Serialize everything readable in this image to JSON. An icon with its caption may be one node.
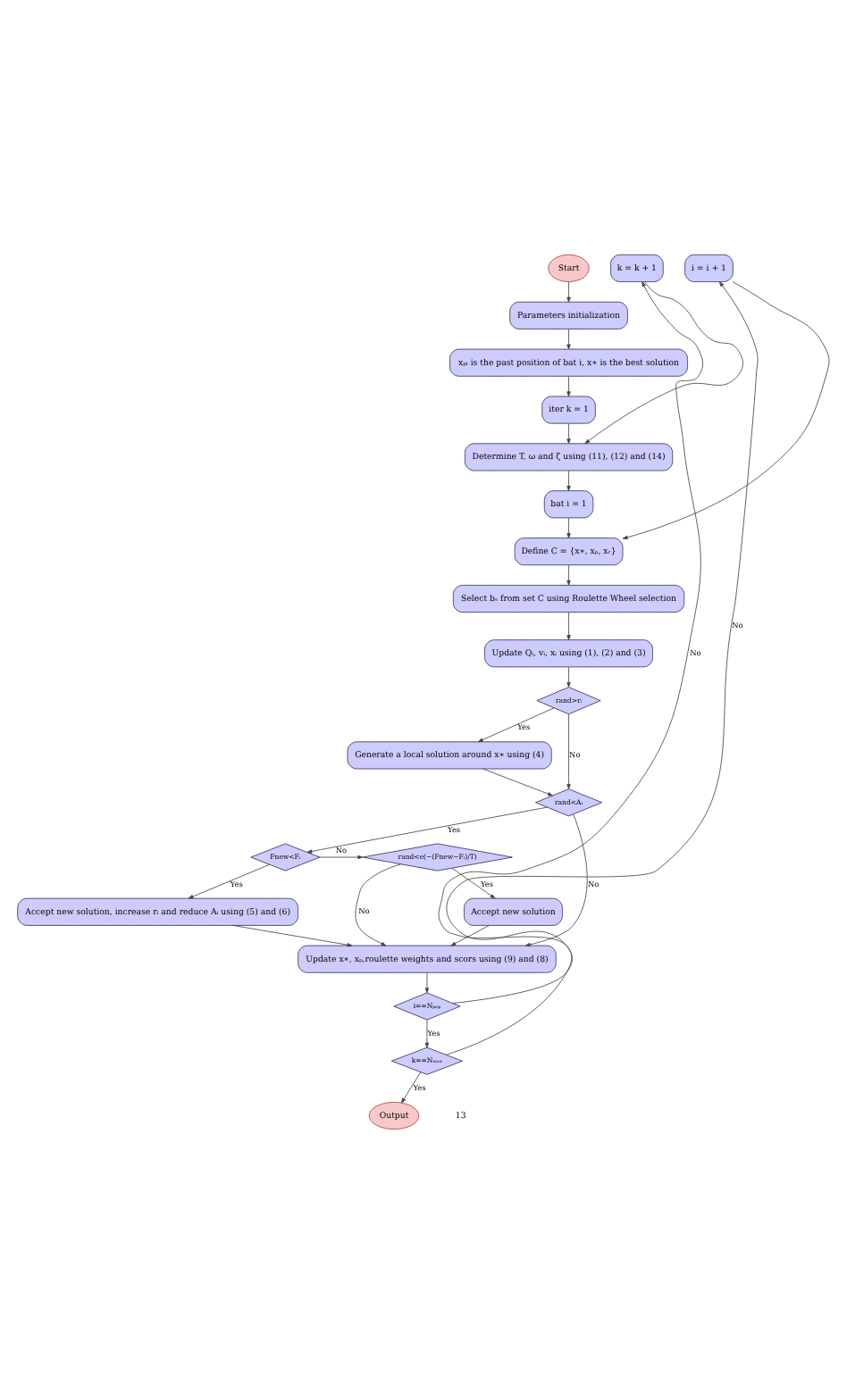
{
  "diagram": {
    "nodes": [
      {
        "text": [
          "Start"
        ]
      },
      {
        "text": [
          "Parameters initialization"
        ]
      },
      {
        "text": [
          "xₚᵢ is the past position of bat i, x∗ is the best solution"
        ]
      },
      {
        "text": [
          "iter k = 1"
        ]
      },
      {
        "text": [
          "Determine T, ω and ζ using (11), (12) and (14)"
        ]
      },
      {
        "text": [
          "bat i = 1"
        ]
      },
      {
        "text": [
          "Define C = {x∗, xₚ, xᵣ}"
        ]
      },
      {
        "text": [
          "Select bₛ from set C using Roulette Wheel selection"
        ]
      },
      {
        "text": [
          "Update Qᵢ, vᵢ, xᵢ using (1), (2) and (3)"
        ]
      },
      {
        "text": [
          "rand>rᵢ"
        ]
      },
      {
        "text": [
          "Generate a local solution around x∗ using (4)"
        ]
      },
      {
        "text": [
          "rand<Aᵢ"
        ]
      },
      {
        "text": [
          "rand<e(−(Fnew−Fᵢ)/T)"
        ]
      },
      {
        "text": [
          "Fnew<Fᵢ"
        ]
      },
      {
        "text": [
          "Accept new solution"
        ]
      },
      {
        "text": [
          "Accept new solution, increase rᵢ and reduce Aᵢ using (5) and (6)"
        ]
      },
      {
        "text": [
          "Update x∗, xₚ,roulette weights and scors using (9) and (8)"
        ]
      },
      {
        "text": [
          "i==Nₚₒₚ"
        ]
      },
      {
        "text": [
          "k==Nₘₐₓ"
        ]
      },
      {
        "text": [
          "Output"
        ]
      },
      {
        "text": [
          "k = k + 1"
        ]
      },
      {
        "text": [
          "i = i + 1"
        ]
      }
    ],
    "edges": [
      {
        "from": 0,
        "to": 1,
        "arrow": "to"
      },
      {
        "from": 1,
        "to": 2,
        "arrow": "to"
      },
      {
        "from": 2,
        "to": 3,
        "arrow": "to"
      },
      {
        "from": 3,
        "to": 4,
        "arrow": "to"
      },
      {
        "from": 4,
        "to": 5,
        "arrow": "to"
      },
      {
        "from": 5,
        "to": 6,
        "arrow": "to"
      },
      {
        "from": 6,
        "to": 7,
        "arrow": "to"
      },
      {
        "from": 7,
        "to": 8,
        "arrow": "to"
      },
      {
        "from": 8,
        "to": 9,
        "arrow": "to"
      },
      {
        "from": 9,
        "to": 10,
        "arrow": "to",
        "label": "Yes"
      },
      {
        "from": 9,
        "to": 11,
        "arrow": "to",
        "label": "No"
      },
      {
        "from": 10,
        "to": 11,
        "arrow": "to"
      },
      {
        "from": 11,
        "to": 13,
        "arrow": "to",
        "label": "Yes"
      },
      {
        "from": 11,
        "to": 16,
        "arrow": "to",
        "label": "No"
      },
      {
        "from": 13,
        "to": 15,
        "arrow": "to",
        "label": "Yes"
      },
      {
        "from": 13,
        "to": 12,
        "arrow": "to",
        "label": "No"
      },
      {
        "from": 12,
        "to": 14,
        "arrow": "to",
        "label": "Yes"
      },
      {
        "from": 12,
        "to": 16,
        "arrow": "to",
        "label": "No"
      },
      {
        "from": 14,
        "to": 16,
        "arrow": "to"
      },
      {
        "from": 15,
        "to": 16,
        "arrow": "to"
      },
      {
        "from": 16,
        "to": 17,
        "arrow": "to"
      },
      {
        "from": 17,
        "to": 18,
        "arrow": "to",
        "label": "Yes"
      },
      {
        "from": 17,
        "to": 21,
        "arrow": "to",
        "label": "No"
      },
      {
        "from": 21,
        "to": 6,
        "arrow": "to"
      },
      {
        "from": 18,
        "to": 19,
        "arrow": "to",
        "label": "Yes"
      },
      {
        "from": 18,
        "to": 20,
        "arrow": "to",
        "label": "No"
      },
      {
        "from": 20,
        "to": 4,
        "arrow": "to"
      }
    ],
    "labels": [
      "13"
    ]
  }
}
